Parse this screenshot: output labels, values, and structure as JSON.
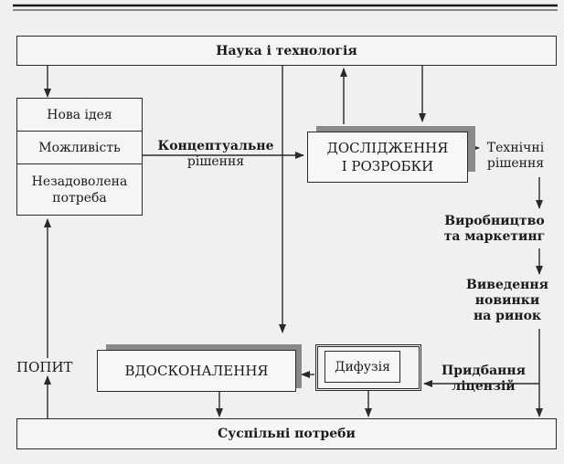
{
  "top_bar": {
    "label": "Наука і технологія"
  },
  "bottom_bar": {
    "label": "Суспільні потреби"
  },
  "idea_stack": {
    "new_idea": "Нова ідея",
    "opportunity": "Можливість",
    "unmet_need_line1": "Незадоволена",
    "unmet_need_line2": "потреба"
  },
  "conceptual": {
    "line1": "Концептуальне",
    "line2": "рішення"
  },
  "rnd": {
    "line1": "ДОСЛІДЖЕННЯ",
    "line2": "І РОЗРОБКИ"
  },
  "technical": {
    "line1": "Технічні",
    "line2": "рішення"
  },
  "production": {
    "line1": "Виробництво",
    "line2": "та маркетинг"
  },
  "launch": {
    "line1": "Виведення",
    "line2": "новинки",
    "line3": "на ринок"
  },
  "purchase": {
    "line1": "Придбання",
    "line2": "ліцензій"
  },
  "diffusion": {
    "label": "Дифузія"
  },
  "improvement": {
    "label": "ВДОСКОНАЛЕННЯ"
  },
  "demand": {
    "label": "ПОПИТ"
  },
  "colors": {
    "line": "#2a2a2a",
    "shadow": "#8a8a8a",
    "background": "#eef0f1"
  }
}
